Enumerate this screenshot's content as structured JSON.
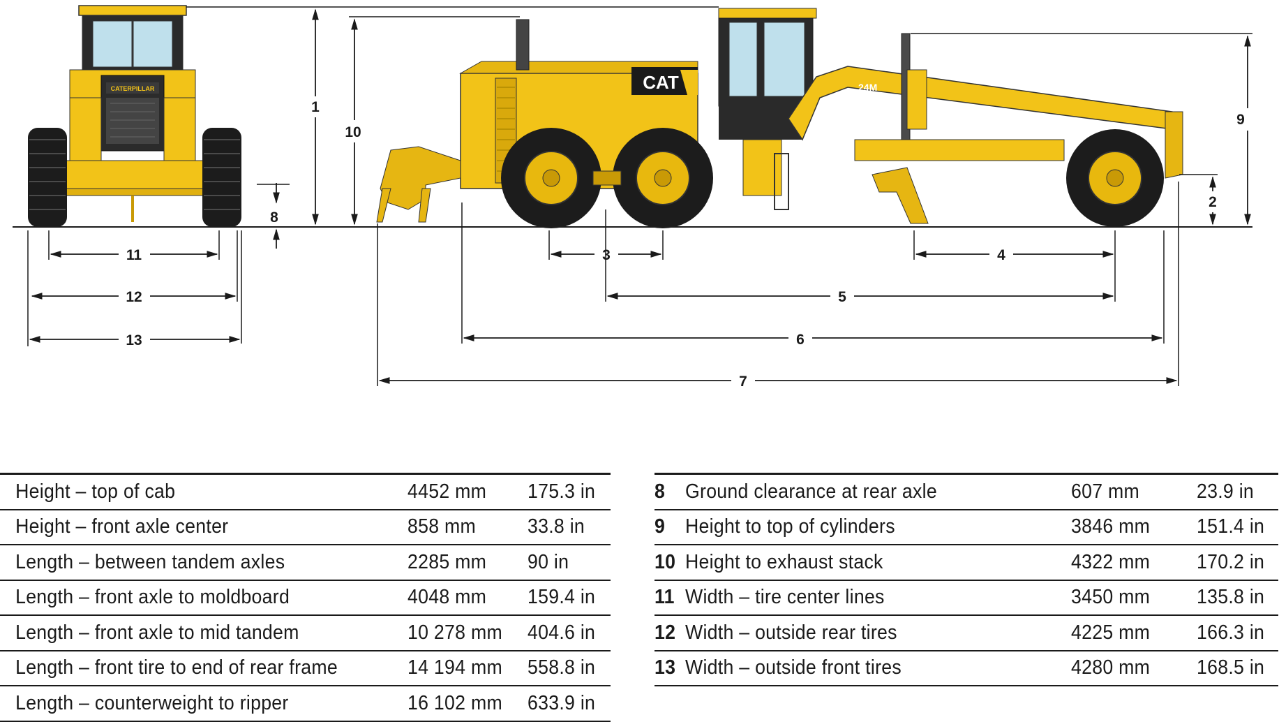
{
  "diagram": {
    "dimension_labels": [
      "1",
      "2",
      "3",
      "4",
      "5",
      "6",
      "7",
      "8",
      "9",
      "10",
      "11",
      "12",
      "13"
    ],
    "cab_brand_text": "CATERPILLAR",
    "hood_logo": "CAT",
    "model_badge": "24M"
  },
  "specs_left": [
    {
      "label": "Height – top of cab",
      "mm": "4452 mm",
      "in": "175.3 in"
    },
    {
      "label": "Height – front axle center",
      "mm": "858 mm",
      "in": "33.8 in"
    },
    {
      "label": "Length – between tandem axles",
      "mm": "2285 mm",
      "in": "90 in"
    },
    {
      "label": "Length – front axle to moldboard",
      "mm": "4048 mm",
      "in": "159.4 in"
    },
    {
      "label": "Length – front axle to mid tandem",
      "mm": "10 278 mm",
      "in": "404.6 in"
    },
    {
      "label": "Length – front tire to end of rear frame",
      "mm": "14 194 mm",
      "in": "558.8 in"
    },
    {
      "label": "Length – counterweight to ripper",
      "mm": "16 102 mm",
      "in": "633.9 in"
    }
  ],
  "specs_right": [
    {
      "num": "8",
      "label": "Ground clearance at rear axle",
      "mm": "607 mm",
      "in": "23.9 in"
    },
    {
      "num": "9",
      "label": "Height to top of cylinders",
      "mm": "3846 mm",
      "in": "151.4 in"
    },
    {
      "num": "10",
      "label": "Height to exhaust stack",
      "mm": "4322 mm",
      "in": "170.2 in"
    },
    {
      "num": "11",
      "label": "Width – tire center lines",
      "mm": "3450 mm",
      "in": "135.8 in"
    },
    {
      "num": "12",
      "label": "Width – outside rear tires",
      "mm": "4225 mm",
      "in": "166.3 in"
    },
    {
      "num": "13",
      "label": "Width – outside front tires",
      "mm": "4280 mm",
      "in": "168.5 in"
    }
  ],
  "colors": {
    "machine_yellow": "#f2c318",
    "machine_dark_yellow": "#c99a06",
    "tire": "#1c1c1c",
    "line": "#1a1a1a",
    "glass": "#bfe0ec"
  }
}
